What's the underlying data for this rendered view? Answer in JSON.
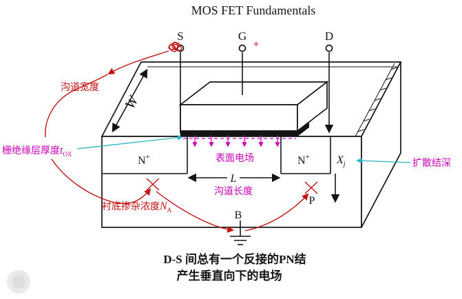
{
  "title": "MOS FET Fundamentals",
  "terminals": {
    "source": "S",
    "gate": "G",
    "drain": "D",
    "gate_polarity": "+"
  },
  "symbols": {
    "width": "W",
    "length": "L",
    "junction_depth": "X",
    "junction_depth_sub": "j",
    "oxide_thickness": "t",
    "oxide_thickness_sub": "OX",
    "doping": "N",
    "doping_sub": "A",
    "n_region": "N",
    "n_region_sup": "+",
    "p_region": "P",
    "bulk": "B"
  },
  "annotations": {
    "channel_width": "沟道宽度",
    "oxide_thickness_label": "栅绝缘层厚度",
    "surface_field": "表面电场",
    "channel_length": "沟道长度",
    "junction_depth_label": "扩散结深",
    "substrate_doping_label": "衬底掺杂浓度"
  },
  "caption": {
    "line1": "D-S 间总有一个反接的PN结",
    "line2": "产生垂直向下的电场"
  },
  "colors": {
    "red_annotation": "#c41212",
    "magenta_annotation": "#cc00bb",
    "cyan_pointer": "#27b4c3",
    "ink": "#141414"
  }
}
